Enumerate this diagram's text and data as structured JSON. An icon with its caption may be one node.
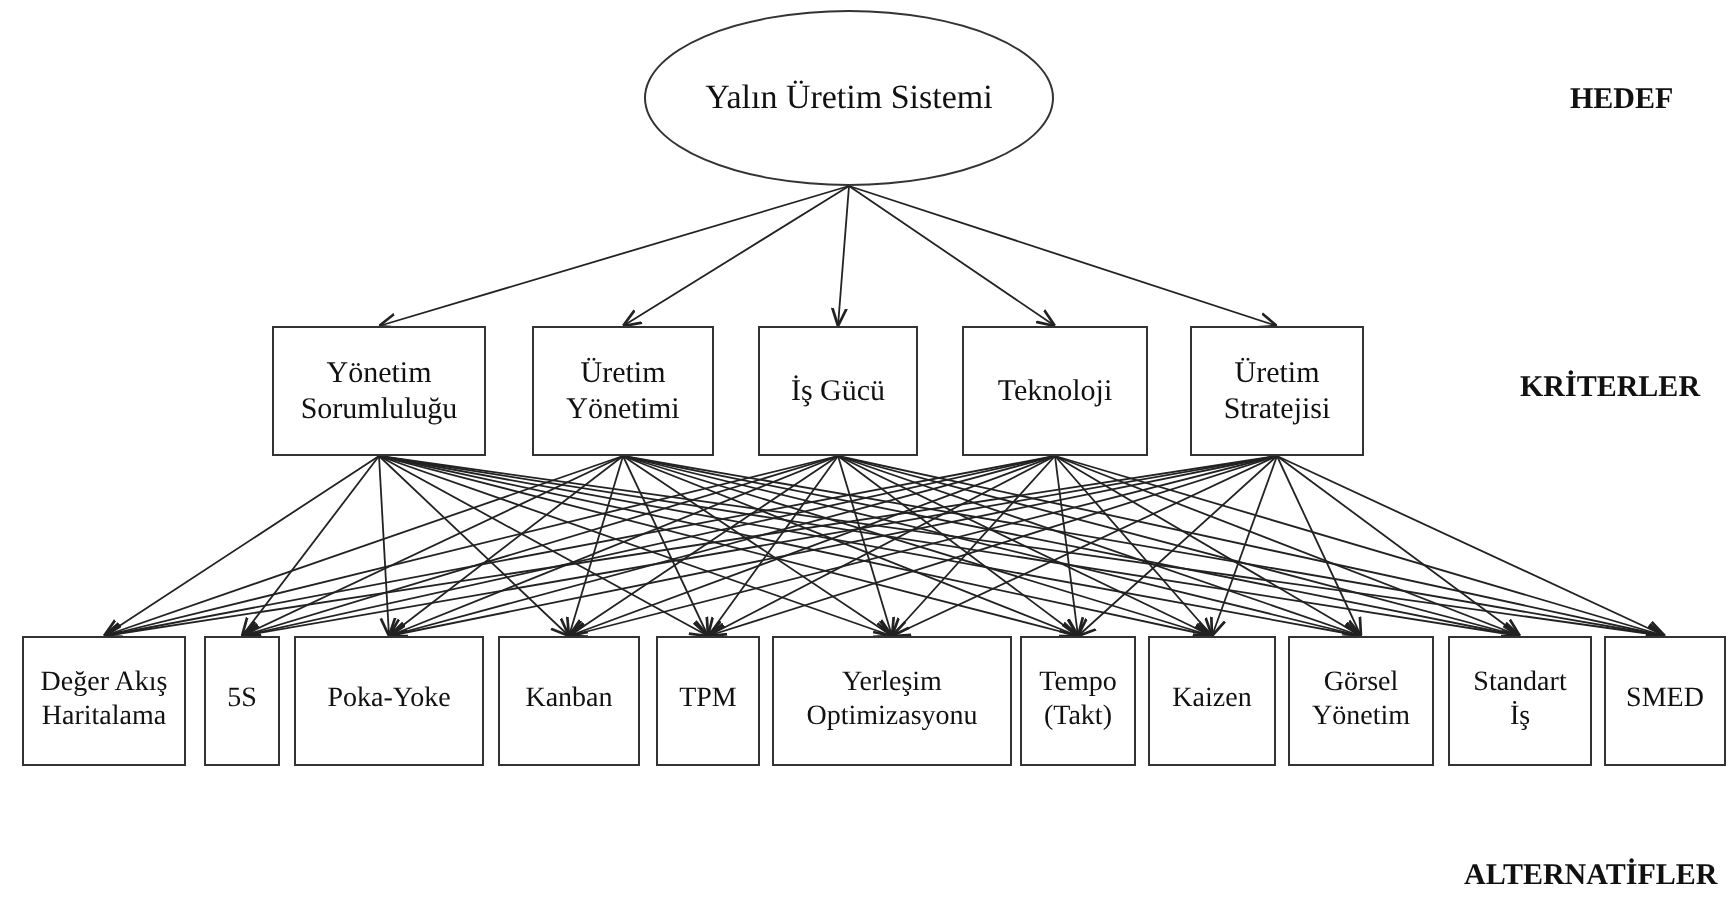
{
  "diagram": {
    "nodes": [
      {
        "text": [
          "Yalın Üretim Sistemi"
        ]
      },
      {
        "text": [
          "Yönetim Sorumluluğu"
        ]
      },
      {
        "text": [
          "Üretim Yönetimi"
        ]
      },
      {
        "text": [
          "İş Gücü"
        ]
      },
      {
        "text": [
          "Teknoloji"
        ]
      },
      {
        "text": [
          "Üretim Stratejisi"
        ]
      },
      {
        "text": [
          "Değer Akış Haritalama"
        ]
      },
      {
        "text": [
          "5S"
        ]
      },
      {
        "text": [
          "Poka-Yoke"
        ]
      },
      {
        "text": [
          "Kanban"
        ]
      },
      {
        "text": [
          "TPM"
        ]
      },
      {
        "text": [
          "Yerleşim Optimizasyonu"
        ]
      },
      {
        "text": [
          "Tempo (Takt)"
        ]
      },
      {
        "text": [
          "Kaizen"
        ]
      },
      {
        "text": [
          "Görsel Yönetim"
        ]
      },
      {
        "text": [
          "Standart İş"
        ]
      },
      {
        "text": [
          "SMED"
        ]
      }
    ],
    "edges": [
      {
        "from": 0,
        "to": 1,
        "arrow": "to"
      },
      {
        "from": 0,
        "to": 2,
        "arrow": "to"
      },
      {
        "from": 0,
        "to": 3,
        "arrow": "to"
      },
      {
        "from": 0,
        "to": 4,
        "arrow": "to"
      },
      {
        "from": 0,
        "to": 5,
        "arrow": "to"
      },
      {
        "from": 1,
        "to": 6,
        "arrow": "to"
      },
      {
        "from": 1,
        "to": 7,
        "arrow": "to"
      },
      {
        "from": 1,
        "to": 8,
        "arrow": "to"
      },
      {
        "from": 1,
        "to": 9,
        "arrow": "to"
      },
      {
        "from": 1,
        "to": 10,
        "arrow": "to"
      },
      {
        "from": 1,
        "to": 11,
        "arrow": "to"
      },
      {
        "from": 1,
        "to": 12,
        "arrow": "to"
      },
      {
        "from": 1,
        "to": 13,
        "arrow": "to"
      },
      {
        "from": 1,
        "to": 14,
        "arrow": "to"
      },
      {
        "from": 1,
        "to": 15,
        "arrow": "to"
      },
      {
        "from": 1,
        "to": 16,
        "arrow": "to"
      },
      {
        "from": 2,
        "to": 6,
        "arrow": "to"
      },
      {
        "from": 2,
        "to": 7,
        "arrow": "to"
      },
      {
        "from": 2,
        "to": 8,
        "arrow": "to"
      },
      {
        "from": 2,
        "to": 9,
        "arrow": "to"
      },
      {
        "from": 2,
        "to": 10,
        "arrow": "to"
      },
      {
        "from": 2,
        "to": 11,
        "arrow": "to"
      },
      {
        "from": 2,
        "to": 12,
        "arrow": "to"
      },
      {
        "from": 2,
        "to": 13,
        "arrow": "to"
      },
      {
        "from": 2,
        "to": 14,
        "arrow": "to"
      },
      {
        "from": 2,
        "to": 15,
        "arrow": "to"
      },
      {
        "from": 2,
        "to": 16,
        "arrow": "to"
      },
      {
        "from": 3,
        "to": 6,
        "arrow": "to"
      },
      {
        "from": 3,
        "to": 7,
        "arrow": "to"
      },
      {
        "from": 3,
        "to": 8,
        "arrow": "to"
      },
      {
        "from": 3,
        "to": 9,
        "arrow": "to"
      },
      {
        "from": 3,
        "to": 10,
        "arrow": "to"
      },
      {
        "from": 3,
        "to": 11,
        "arrow": "to"
      },
      {
        "from": 3,
        "to": 12,
        "arrow": "to"
      },
      {
        "from": 3,
        "to": 13,
        "arrow": "to"
      },
      {
        "from": 3,
        "to": 14,
        "arrow": "to"
      },
      {
        "from": 3,
        "to": 15,
        "arrow": "to"
      },
      {
        "from": 3,
        "to": 16,
        "arrow": "to"
      },
      {
        "from": 4,
        "to": 6,
        "arrow": "to"
      },
      {
        "from": 4,
        "to": 7,
        "arrow": "to"
      },
      {
        "from": 4,
        "to": 8,
        "arrow": "to"
      },
      {
        "from": 4,
        "to": 9,
        "arrow": "to"
      },
      {
        "from": 4,
        "to": 10,
        "arrow": "to"
      },
      {
        "from": 4,
        "to": 11,
        "arrow": "to"
      },
      {
        "from": 4,
        "to": 12,
        "arrow": "to"
      },
      {
        "from": 4,
        "to": 13,
        "arrow": "to"
      },
      {
        "from": 4,
        "to": 14,
        "arrow": "to"
      },
      {
        "from": 4,
        "to": 15,
        "arrow": "to"
      },
      {
        "from": 4,
        "to": 16,
        "arrow": "to"
      },
      {
        "from": 5,
        "to": 6,
        "arrow": "to"
      },
      {
        "from": 5,
        "to": 7,
        "arrow": "to"
      },
      {
        "from": 5,
        "to": 8,
        "arrow": "to"
      },
      {
        "from": 5,
        "to": 9,
        "arrow": "to"
      },
      {
        "from": 5,
        "to": 10,
        "arrow": "to"
      },
      {
        "from": 5,
        "to": 11,
        "arrow": "to"
      },
      {
        "from": 5,
        "to": 12,
        "arrow": "to"
      },
      {
        "from": 5,
        "to": 13,
        "arrow": "to"
      },
      {
        "from": 5,
        "to": 14,
        "arrow": "to"
      },
      {
        "from": 5,
        "to": 15,
        "arrow": "to"
      },
      {
        "from": 5,
        "to": 16,
        "arrow": "to"
      }
    ],
    "labels": [
      "HEDEF",
      "KRİTERLER",
      "ALTERNATİFLER"
    ]
  }
}
